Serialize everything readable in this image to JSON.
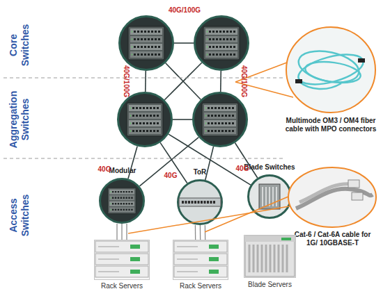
{
  "diagram": {
    "nodes": [
      {
        "text": []
      },
      {
        "text": []
      },
      {
        "text": [
          "Multimode OM3 / OM4 fiber cable with MPO connectors"
        ]
      },
      {
        "text": []
      },
      {
        "text": []
      },
      {
        "text": [
          "Modular"
        ]
      },
      {
        "text": [
          "ToR"
        ]
      },
      {
        "text": [
          "Blade Switches"
        ]
      },
      {
        "text": [
          "Cat-6 / Cat-6A cable for 1G/ 10GBASE-T"
        ]
      },
      {
        "text": [
          "Rack Servers"
        ]
      },
      {
        "text": [
          "Rack Servers"
        ]
      },
      {
        "text": [
          "Blade Servers"
        ]
      }
    ],
    "edges": [
      {
        "from": 0,
        "to": 1,
        "arrow": "none",
        "label": "40G/100G"
      },
      {
        "from": 0,
        "to": 3,
        "arrow": "none",
        "label": "40G/100G"
      },
      {
        "from": 1,
        "to": 4,
        "arrow": "none",
        "label": "40G/100G"
      },
      {
        "from": 0,
        "to": 4,
        "arrow": "none"
      },
      {
        "from": 1,
        "to": 3,
        "arrow": "none"
      },
      {
        "from": 3,
        "to": 4,
        "arrow": "none"
      },
      {
        "from": 3,
        "to": 5,
        "arrow": "none",
        "label": "40G"
      },
      {
        "from": 3,
        "to": 6,
        "arrow": "none"
      },
      {
        "from": 3,
        "to": 7,
        "arrow": "none"
      },
      {
        "from": 4,
        "to": 5,
        "arrow": "none",
        "label": "40G"
      },
      {
        "from": 4,
        "to": 6,
        "arrow": "none"
      },
      {
        "from": 4,
        "to": 7,
        "arrow": "none",
        "label": "40G"
      },
      {
        "from": 5,
        "to": 9,
        "arrow": "none"
      },
      {
        "from": 6,
        "to": 10,
        "arrow": "none"
      }
    ],
    "labels": [
      "Core Switches",
      "Aggregation Switches",
      "Access Switches"
    ]
  }
}
